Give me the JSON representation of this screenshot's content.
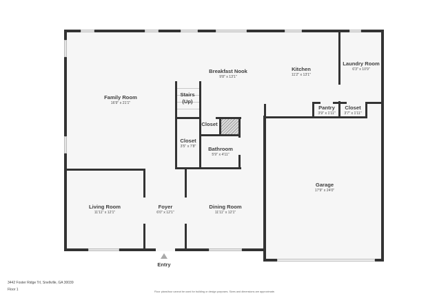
{
  "floorplan": {
    "rooms": [
      {
        "id": "family-room",
        "name": "Family Room",
        "dims": "16'9\" x 21'1\""
      },
      {
        "id": "breakfast-nook",
        "name": "Breakfast Nook",
        "dims": "9'8\" x 13'1\""
      },
      {
        "id": "kitchen",
        "name": "Kitchen",
        "dims": "11'2\" x 13'1\""
      },
      {
        "id": "laundry-room",
        "name": "Laundry Room",
        "dims": "6'3\" x 10'9\""
      },
      {
        "id": "stairs",
        "name": "Stairs",
        "sub": "(Up)"
      },
      {
        "id": "pantry",
        "name": "Pantry",
        "dims": "3'9\" x 1'11\""
      },
      {
        "id": "closet-garage",
        "name": "Closet",
        "dims": "3'7\" x 1'11\""
      },
      {
        "id": "closet-small",
        "name": "Closet"
      },
      {
        "id": "closet-hall",
        "name": "Closet",
        "dims": "3'5\" x 7'8\""
      },
      {
        "id": "bathroom",
        "name": "Bathroom",
        "dims": "5'9\" x 4'11\""
      },
      {
        "id": "garage",
        "name": "Garage",
        "dims": "17'9\" x 24'0\""
      },
      {
        "id": "living-room",
        "name": "Living Room",
        "dims": "11'11\" x 12'1\""
      },
      {
        "id": "foyer",
        "name": "Foyer",
        "dims": "6'0\" x 12'1\""
      },
      {
        "id": "dining-room",
        "name": "Dining Room",
        "dims": "11'11\" x 12'1\""
      }
    ],
    "entry_label": "Entry"
  },
  "footer": {
    "address": "3442 Foster Ridge Trl, Snellville, GA 30039",
    "floor": "Floor 1",
    "disclaimer": "Floor plans/tour cannot be used for building or design purposes. Sizes and dimensions are approximate."
  }
}
